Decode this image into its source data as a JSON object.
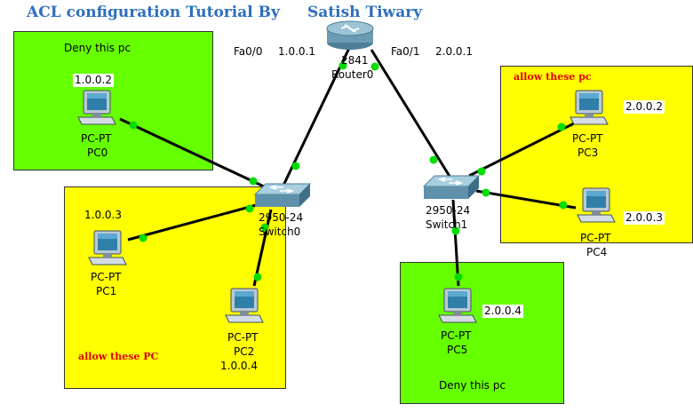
{
  "header": {
    "title": "ACL configuration Tutorial By",
    "author": "Satish Tiwary"
  },
  "colors": {
    "title": "#2f6fbf",
    "zone_green": "#66ff00",
    "zone_yellow": "#ffff00",
    "note_red": "#e00000",
    "link_dot": "#00dd00"
  },
  "zones": {
    "deny_left": {
      "label": "Deny this pc"
    },
    "allow_left": {
      "label": "allow these PC"
    },
    "allow_right": {
      "label": "allow these pc"
    },
    "deny_bottom": {
      "label": "Deny this pc"
    }
  },
  "router": {
    "model": "2841",
    "name": "Router0",
    "fa00": {
      "name": "Fa0/0",
      "ip": "1.0.0.1"
    },
    "fa01": {
      "name": "Fa0/1",
      "ip": "2.0.0.1"
    },
    "icon": "router-icon"
  },
  "switches": [
    {
      "model": "2950-24",
      "name": "Switch0",
      "icon": "switch-icon"
    },
    {
      "model": "2950-24",
      "name": "Switch1",
      "icon": "switch-icon"
    }
  ],
  "pcs": [
    {
      "type": "PC-PT",
      "name": "PC0",
      "ip": "1.0.0.2",
      "icon": "pc-icon"
    },
    {
      "type": "PC-PT",
      "name": "PC1",
      "ip": "1.0.0.3",
      "icon": "pc-icon"
    },
    {
      "type": "PC-PT",
      "name": "PC2",
      "ip": "1.0.0.4",
      "icon": "pc-icon"
    },
    {
      "type": "PC-PT",
      "name": "PC3",
      "ip": "2.0.0.2",
      "icon": "pc-icon"
    },
    {
      "type": "PC-PT",
      "name": "PC4",
      "ip": "2.0.0.3",
      "icon": "pc-icon"
    },
    {
      "type": "PC-PT",
      "name": "PC5",
      "ip": "2.0.0.4",
      "icon": "pc-icon"
    }
  ]
}
